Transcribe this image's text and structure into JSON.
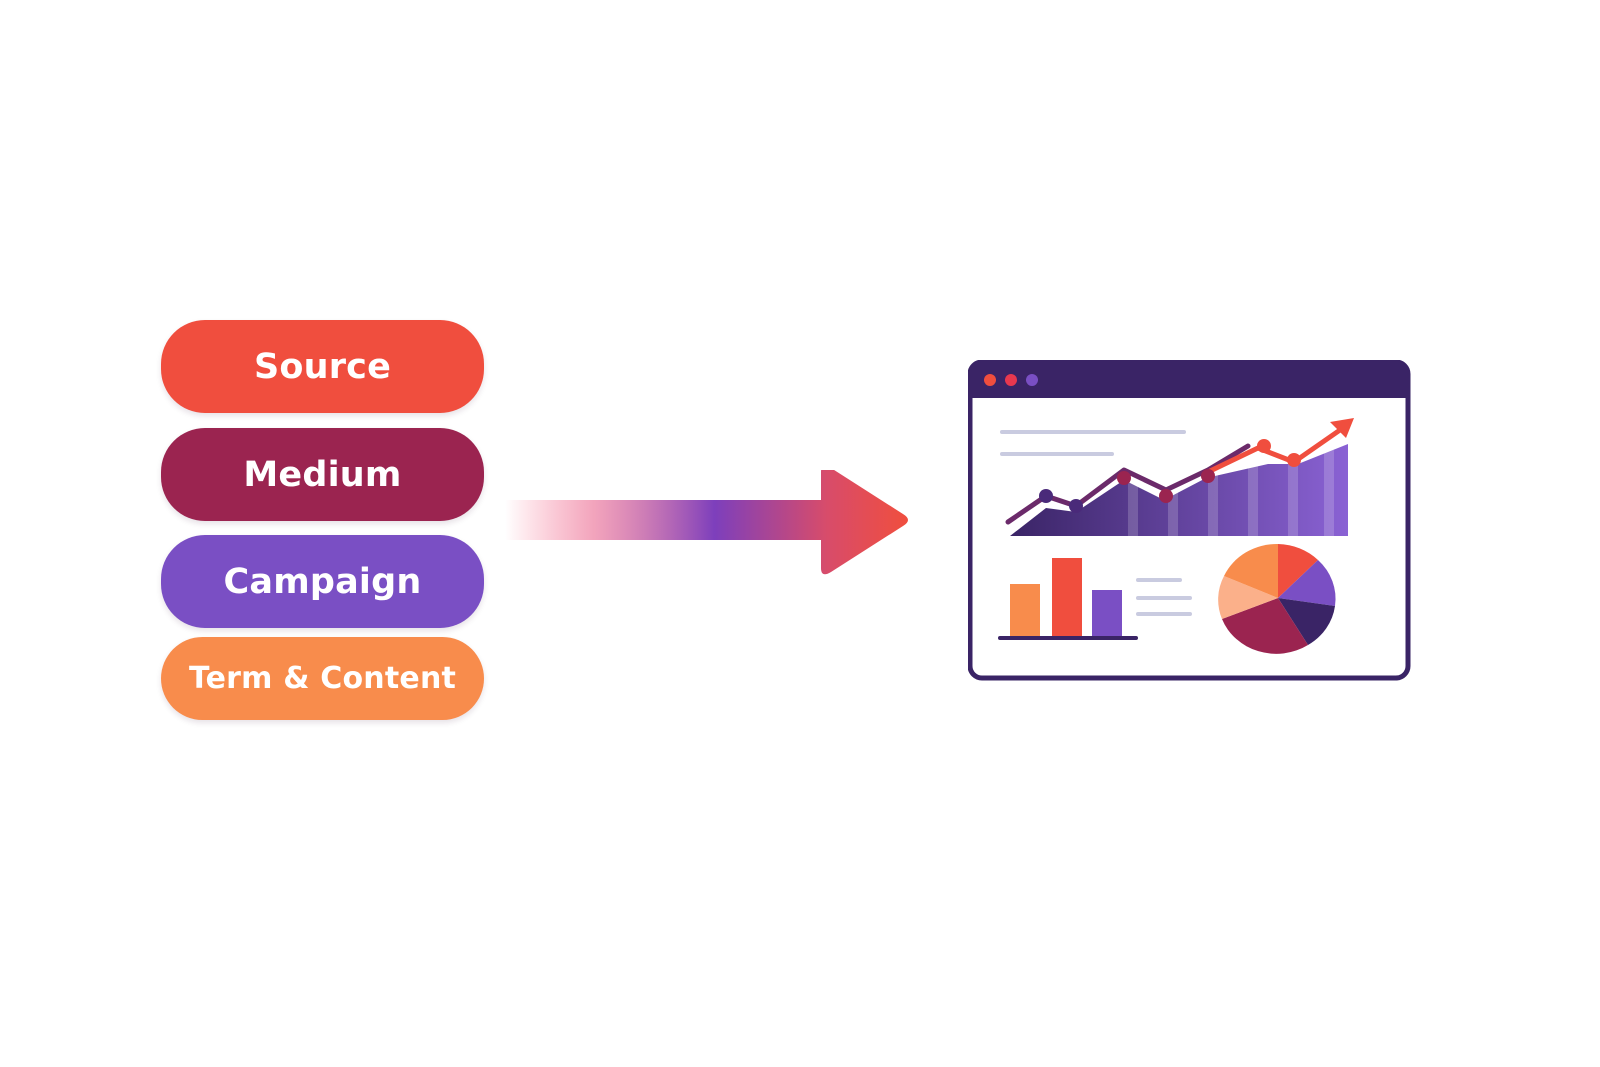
{
  "labels": {
    "source": "Source",
    "medium": "Medium",
    "campaign": "Campaign",
    "term_content": "Term & Content"
  },
  "colors": {
    "source": "#f04e3e",
    "medium": "#9b2450",
    "campaign": "#7a4fc4",
    "term_content": "#f88c4c",
    "window_frame": "#3a2466",
    "line_primary": "#9b2450",
    "line_accent": "#f04e3e",
    "area_fill": "#6a40b8",
    "text_line": "#c9cbe0"
  },
  "icons": {
    "arrow": "right-arrow-icon",
    "dashboard": "analytics-dashboard-icon"
  }
}
